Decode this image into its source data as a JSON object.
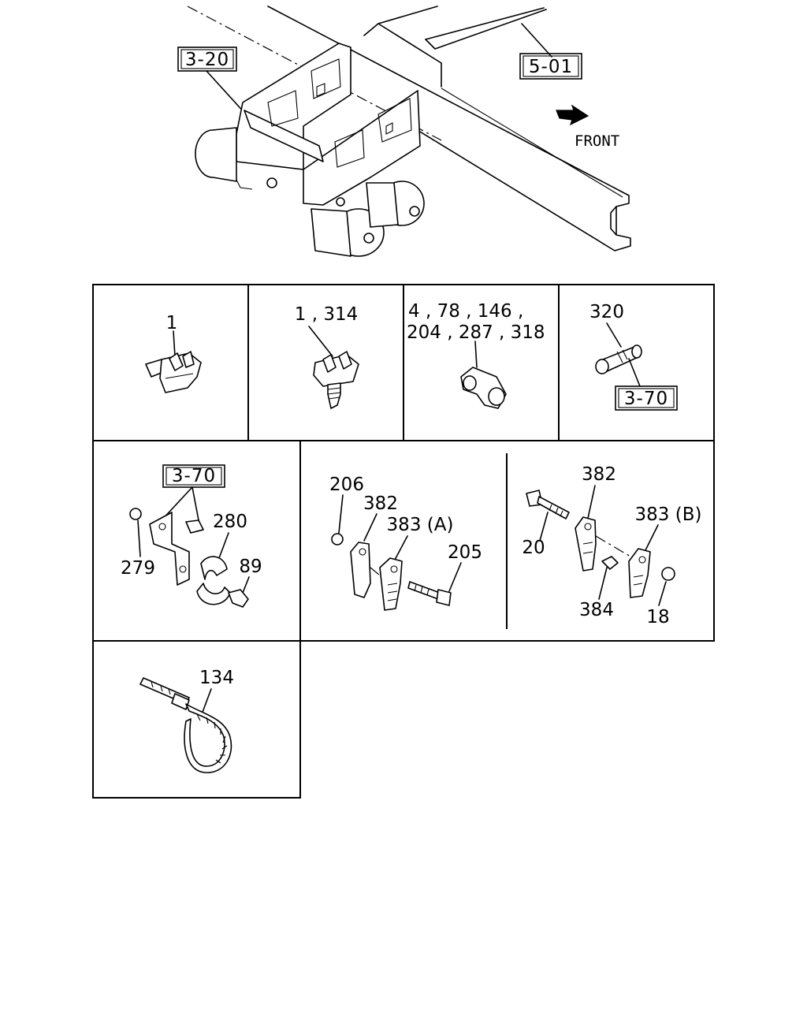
{
  "references": {
    "main_top_left": "3-20",
    "main_top_right": "5-01",
    "panel_320": "3-70",
    "panel_279": "3-70"
  },
  "direction_label": "FRONT",
  "panels": {
    "p1": {
      "labels": [
        "1"
      ]
    },
    "p2": {
      "labels": [
        "1 , 314"
      ]
    },
    "p3": {
      "labels": [
        "4 , 78 , 146 ,",
        "204 , 287 , 318"
      ]
    },
    "p4": {
      "labels": [
        "320"
      ]
    },
    "p5": {
      "labels": [
        "279",
        "280",
        "89"
      ]
    },
    "p6a": {
      "labels": [
        "206",
        "382",
        "383 (A)",
        "205"
      ]
    },
    "p6b": {
      "labels": [
        "382",
        "20",
        "383 (B)",
        "384",
        "18"
      ]
    },
    "p7": {
      "labels": [
        "134"
      ]
    }
  }
}
